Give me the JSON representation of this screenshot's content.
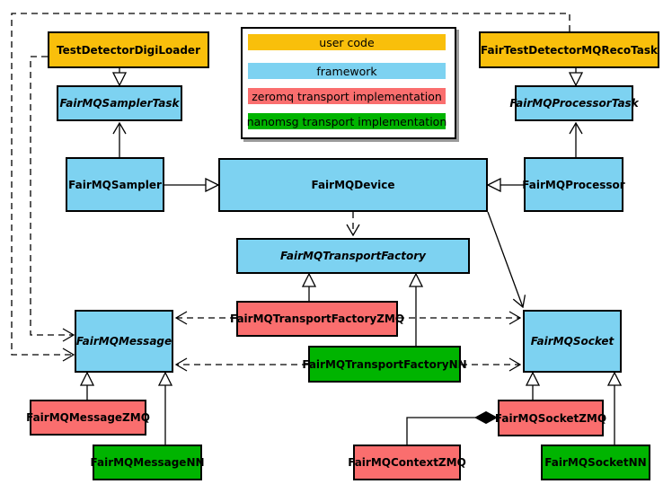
{
  "palette": {
    "user_code": "#F9BF0B",
    "framework": "#7DD2F1",
    "zeromq": "#FA6E6E",
    "nanomsg": "#00B400"
  },
  "legend": {
    "items": [
      {
        "label": "user code",
        "color": "#F9BF0B"
      },
      {
        "label": "framework",
        "color": "#7DD2F1"
      },
      {
        "label": "zeromq transport implementation",
        "color": "#FA6E6E"
      },
      {
        "label": "nanomsg transport implementation",
        "color": "#00B400"
      }
    ]
  },
  "nodes": {
    "test_detector_digi_loader": {
      "label": "TestDetectorDigiLoader"
    },
    "fair_test_detector_mq_reco_task": {
      "label": "FairTestDetectorMQRecoTask"
    },
    "fairmq_sampler_task": {
      "label": "FairMQSamplerTask"
    },
    "fairmq_processor_task": {
      "label": "FairMQProcessorTask"
    },
    "fairmq_sampler": {
      "label": "FairMQSampler"
    },
    "fairmq_device": {
      "label": "FairMQDevice"
    },
    "fairmq_processor": {
      "label": "FairMQProcessor"
    },
    "fairmq_transport_factory": {
      "label": "FairMQTransportFactory"
    },
    "fairmq_transport_factory_zmq": {
      "label": "FairMQTransportFactoryZMQ"
    },
    "fairmq_transport_factory_nn": {
      "label": "FairMQTransportFactoryNN"
    },
    "fairmq_message": {
      "label": "FairMQMessage"
    },
    "fairmq_socket": {
      "label": "FairMQSocket"
    },
    "fairmq_message_zmq": {
      "label": "FairMQMessageZMQ"
    },
    "fairmq_message_nn": {
      "label": "FairMQMessageNN"
    },
    "fairmq_socket_zmq": {
      "label": "FairMQSocketZMQ"
    },
    "fairmq_socket_nn": {
      "label": "FairMQSocketNN"
    },
    "fairmq_context_zmq": {
      "label": "FairMQContextZMQ"
    }
  }
}
